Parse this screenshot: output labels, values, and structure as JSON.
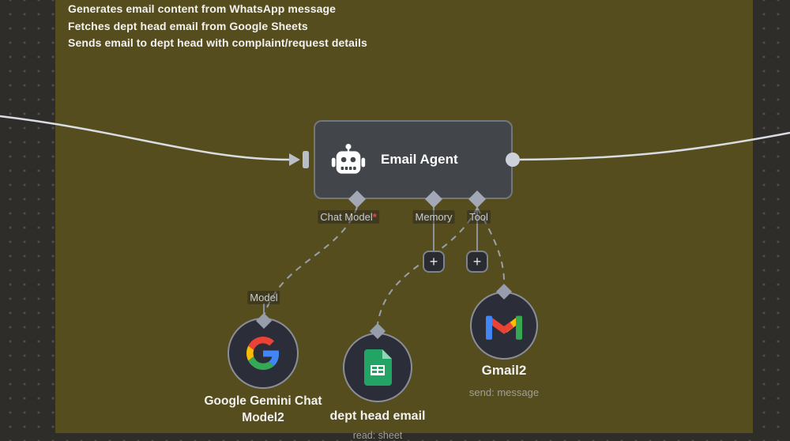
{
  "sticky": {
    "lines": [
      "Generates email content from WhatsApp message",
      "Fetches dept head email from Google Sheets",
      "Sends email to dept head with complaint/request details"
    ],
    "color": "#564d1e"
  },
  "agent": {
    "title": "Email Agent",
    "ports": {
      "chat_model": "Chat Model",
      "required_marker": "*",
      "memory": "Memory",
      "tool": "Tool"
    }
  },
  "sub_nodes": {
    "gemini": {
      "label": "Google Gemini Chat Model2",
      "port_label": "Model"
    },
    "sheets": {
      "label": "dept head email",
      "subtitle": "read: sheet"
    },
    "gmail": {
      "label": "Gmail2",
      "subtitle": "send: message"
    }
  },
  "plus": "+",
  "icons": {
    "agent": "robot-icon",
    "gemini": "google-g-icon",
    "sheets": "google-sheets-icon",
    "gmail": "gmail-icon",
    "add": "plus-icon",
    "input": "arrow-in-icon",
    "output": "connector-dot-icon"
  },
  "colors": {
    "canvas": "#2e2d2a",
    "sticky": "#564d1e",
    "node_bg": "#424549",
    "connection": "#d9dce1",
    "required_red": "#e5484d",
    "google_blue": "#4285F4",
    "google_red": "#EA4335",
    "google_yellow": "#FBBC05",
    "google_green": "#34A853",
    "sheets_green": "#21A464"
  }
}
